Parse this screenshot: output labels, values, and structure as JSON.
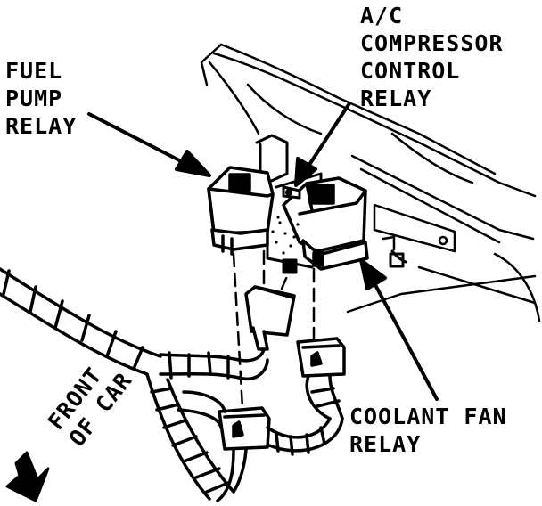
{
  "labels": {
    "fuel_pump_relay": [
      "FUEL",
      "PUMP",
      "RELAY"
    ],
    "ac_relay": [
      "A/C",
      "COMPRESSOR",
      "CONTROL",
      "RELAY"
    ],
    "coolant_fan_relay": [
      "COOLANT FAN",
      "RELAY"
    ],
    "front_of_car": [
      "FRONT",
      "OF CAR"
    ]
  },
  "colors": {
    "ink": "#000000",
    "paper": "#ffffff"
  }
}
